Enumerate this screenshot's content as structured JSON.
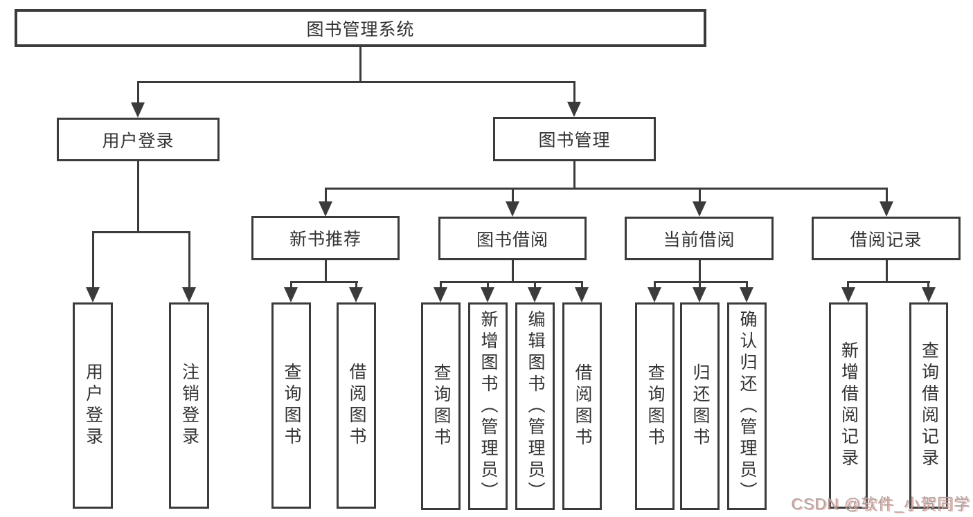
{
  "diagram": {
    "title": "图书管理系统",
    "branches": [
      {
        "label": "用户登录",
        "children": [
          "用户登录",
          "注销登录"
        ]
      },
      {
        "label": "图书管理",
        "groups": [
          {
            "label": "新书推荐",
            "children": [
              "查询图书",
              "借阅图书"
            ]
          },
          {
            "label": "图书借阅",
            "children": [
              "查询图书",
              "新增图书（管理员）",
              "编辑图书（管理员）",
              "借阅图书"
            ]
          },
          {
            "label": "当前借阅",
            "children": [
              "查询图书",
              "归还图书",
              "确认归还（管理员）"
            ]
          },
          {
            "label": "借阅记录",
            "children": [
              "新增借阅记录",
              "查询借阅记录"
            ]
          }
        ]
      }
    ]
  },
  "watermark": "CSDN @软件_小贺同学",
  "colors": {
    "line": "#3b3b3b",
    "text": "#333333",
    "background": "#ffffff",
    "watermark": "#a7a7a7",
    "watermark_shadow": "#f25a4b"
  }
}
